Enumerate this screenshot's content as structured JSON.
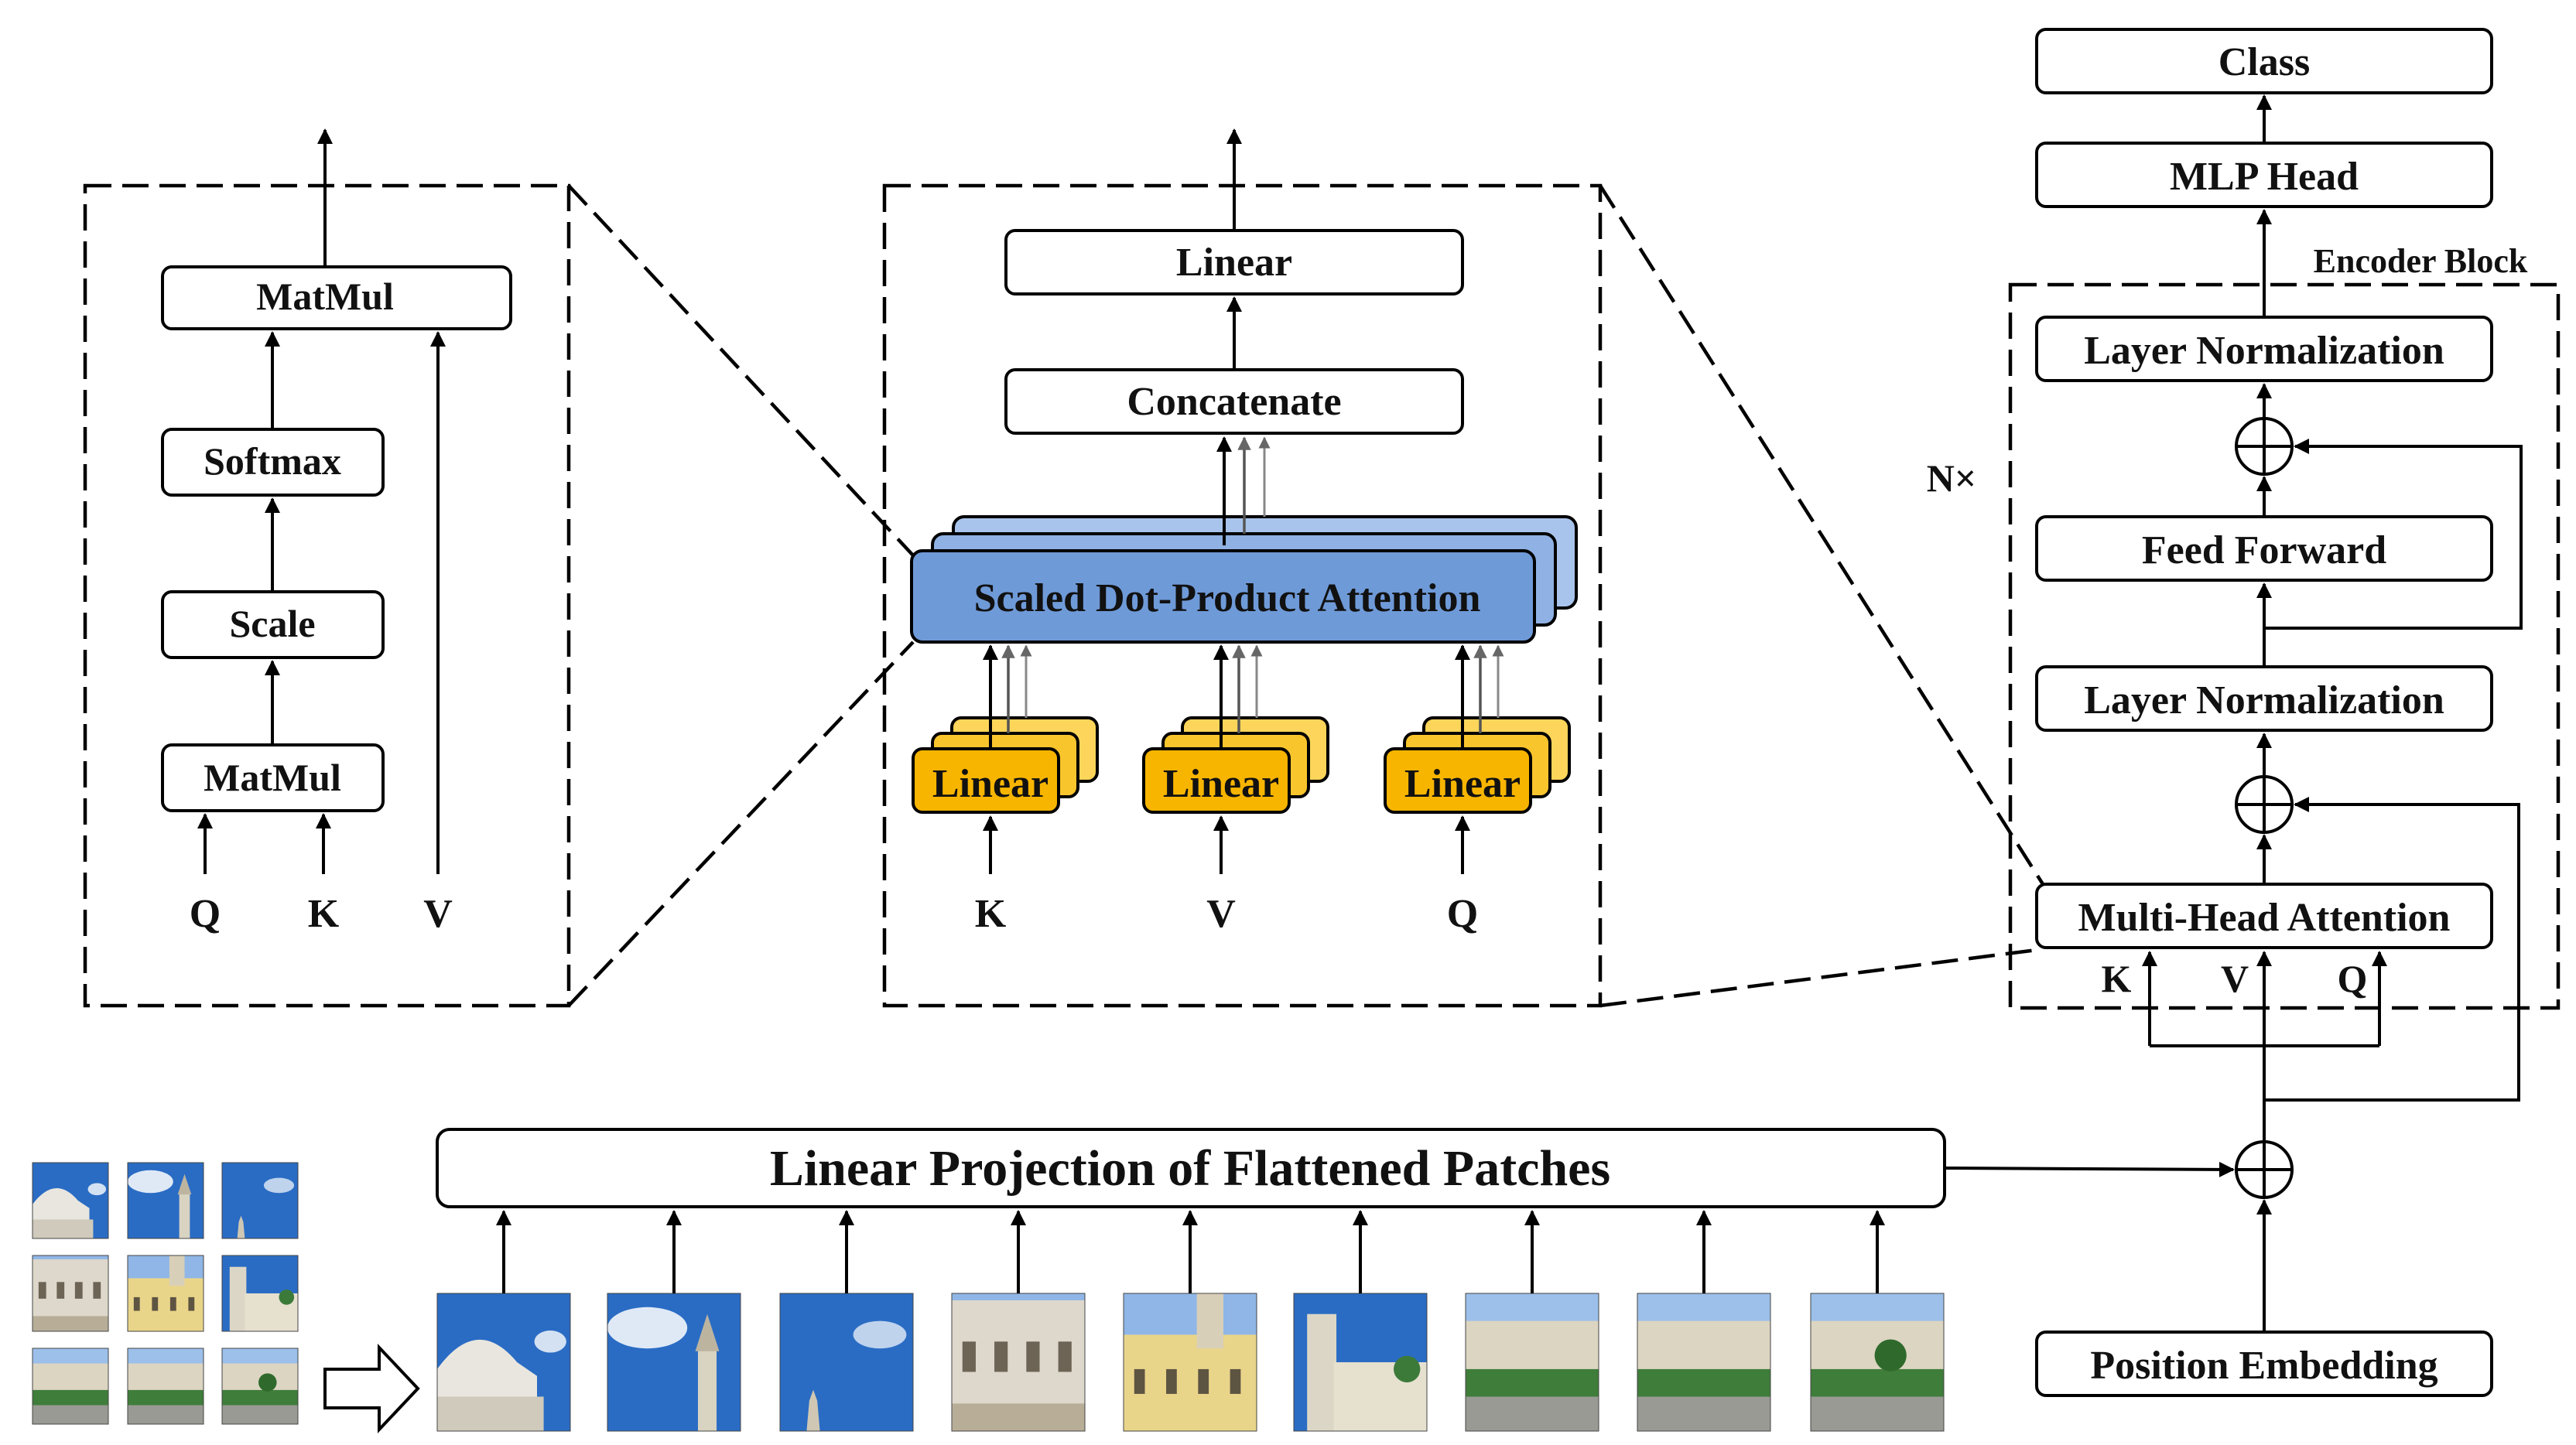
{
  "attention_detail": {
    "matmul_top": "MatMul",
    "softmax": "Softmax",
    "scale": "Scale",
    "matmul_bottom": "MatMul",
    "inputs": [
      "Q",
      "K",
      "V"
    ]
  },
  "multihead_detail": {
    "linear_out": "Linear",
    "concat": "Concatenate",
    "sdpa": "Scaled Dot-Product Attention",
    "linear_in": [
      "Linear",
      "Linear",
      "Linear"
    ],
    "inputs": [
      "K",
      "V",
      "Q"
    ]
  },
  "encoder": {
    "class": "Class",
    "mlp_head": "MLP Head",
    "block_title": "Encoder Block",
    "repeat": "N×",
    "layer_norm_top": "Layer Normalization",
    "feed_forward": "Feed Forward",
    "layer_norm_bottom": "Layer Normalization",
    "mha": "Multi-Head Attention",
    "mha_inputs": [
      "K",
      "V",
      "Q"
    ]
  },
  "patch_projection": "Linear Projection of Flattened Patches",
  "position_embedding": "Position Embedding",
  "colors": {
    "sdpa_fill": "#6f9ad8",
    "sdpa_back": "#a9c4ec",
    "linear_fill": "#f7b500",
    "linear_back": "#fcd55a"
  }
}
